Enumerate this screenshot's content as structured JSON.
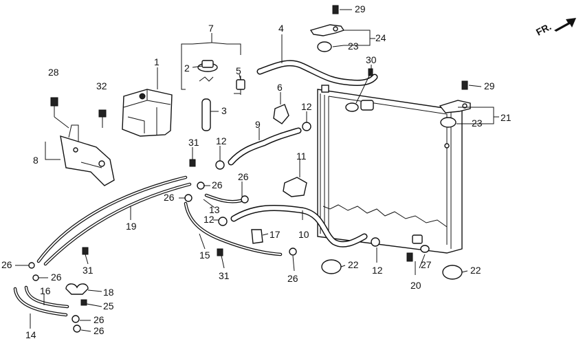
{
  "direction_label": "FR.",
  "callouts": [
    {
      "id": "c1",
      "text": "1"
    },
    {
      "id": "c2",
      "text": "2"
    },
    {
      "id": "c3",
      "text": "3"
    },
    {
      "id": "c4",
      "text": "4"
    },
    {
      "id": "c5",
      "text": "5"
    },
    {
      "id": "c6",
      "text": "6"
    },
    {
      "id": "c7",
      "text": "7"
    },
    {
      "id": "c8",
      "text": "8"
    },
    {
      "id": "c9",
      "text": "9"
    },
    {
      "id": "c10",
      "text": "10"
    },
    {
      "id": "c11",
      "text": "11"
    },
    {
      "id": "c12a",
      "text": "12"
    },
    {
      "id": "c12b",
      "text": "12"
    },
    {
      "id": "c12c",
      "text": "12"
    },
    {
      "id": "c12d",
      "text": "12"
    },
    {
      "id": "c13",
      "text": "13"
    },
    {
      "id": "c14",
      "text": "14"
    },
    {
      "id": "c15",
      "text": "15"
    },
    {
      "id": "c16",
      "text": "16"
    },
    {
      "id": "c17",
      "text": "17"
    },
    {
      "id": "c18",
      "text": "18"
    },
    {
      "id": "c19",
      "text": "19"
    },
    {
      "id": "c20",
      "text": "20"
    },
    {
      "id": "c21",
      "text": "21"
    },
    {
      "id": "c22a",
      "text": "22"
    },
    {
      "id": "c22b",
      "text": "22"
    },
    {
      "id": "c23a",
      "text": "23"
    },
    {
      "id": "c23b",
      "text": "23"
    },
    {
      "id": "c24",
      "text": "24"
    },
    {
      "id": "c25",
      "text": "25"
    },
    {
      "id": "c26a",
      "text": "26"
    },
    {
      "id": "c26b",
      "text": "26"
    },
    {
      "id": "c26c",
      "text": "26"
    },
    {
      "id": "c26d",
      "text": "26"
    },
    {
      "id": "c26e",
      "text": "26"
    },
    {
      "id": "c26f",
      "text": "26"
    },
    {
      "id": "c26g",
      "text": "26"
    },
    {
      "id": "c27",
      "text": "27"
    },
    {
      "id": "c28",
      "text": "28"
    },
    {
      "id": "c29a",
      "text": "29"
    },
    {
      "id": "c29b",
      "text": "29"
    },
    {
      "id": "c30",
      "text": "30"
    },
    {
      "id": "c31a",
      "text": "31"
    },
    {
      "id": "c31b",
      "text": "31"
    },
    {
      "id": "c31c",
      "text": "31"
    },
    {
      "id": "c32",
      "text": "32"
    }
  ]
}
